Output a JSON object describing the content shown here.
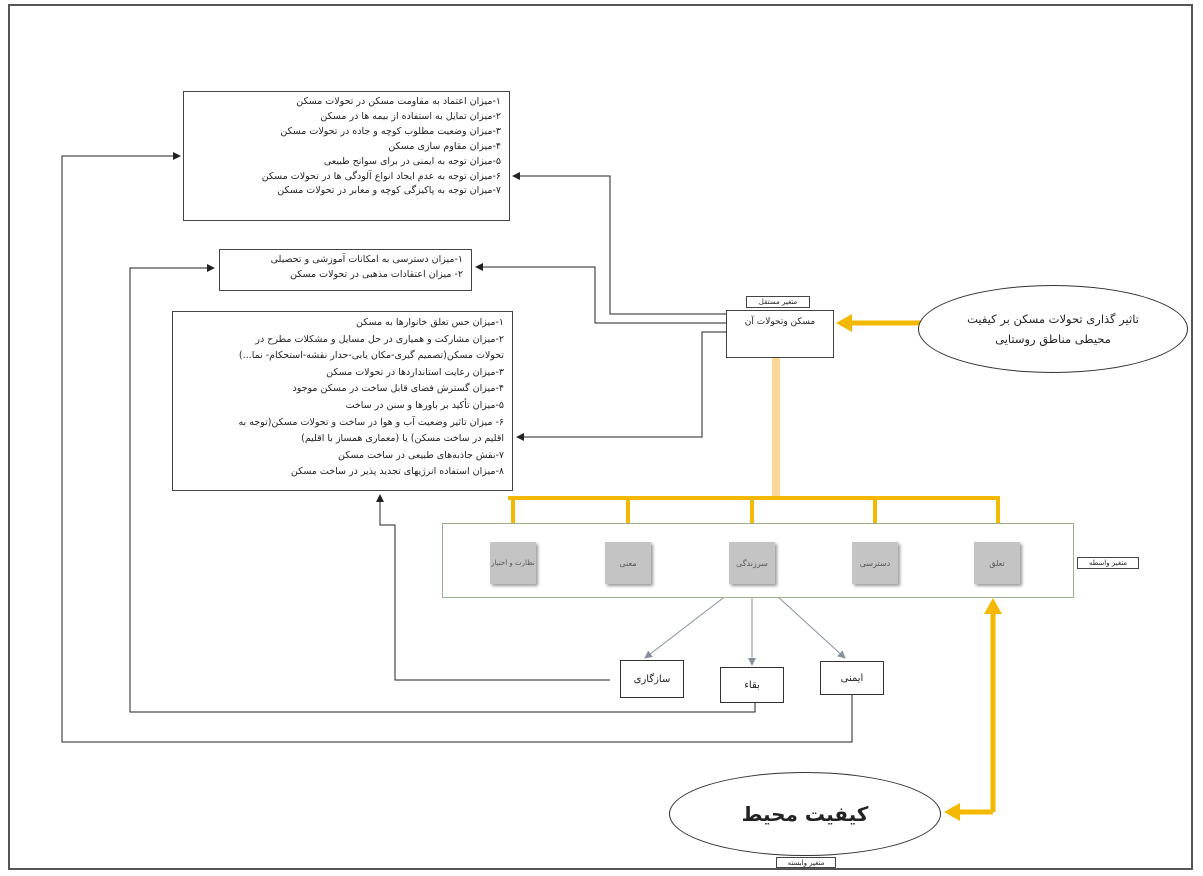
{
  "topic": "تاثیر گذاری تحولات مسکن بر کیفیت محیطی مناطق روستایی",
  "independent_tag": "متغیر مستقل",
  "housing_node": "مسکن وتحولات آن",
  "security_list": [
    "۱-میزان اعتماد به مقاومت مسکن در تحولات مسکن",
    "۲-میزان تمایل به استفاده از بیمه ها در مسکن",
    "۳-میزان وضعیت مطلوب کوچه و جاده در تحولات مسکن",
    "۴-میزان مقاوم سازی مسکن",
    "۵-میزان توجه به ایمنی در برای سوانح طبیعی",
    "۶-میزان توجه به عدم ایجاد انواع آلودگی ها در تحولات مسکن",
    "۷-میزان توجه به پاکیزگی کوچه و معابر در تحولات مسکن"
  ],
  "survival_list": [
    "۱-میزان دسترسی به امکانات آموزشی و تحصیلی",
    "۲- میزان اعتقادات مذهبی در تحولات مسکن"
  ],
  "adaptation_list": [
    "۱-میزان حس تعلق خانوارها به مسکن",
    "۲-میزان مشارکت و همیاری در حل مسایل و مشکلات مطرح در",
    "تحولات مسکن(تصمیم گیری-مکان یابی-حدار نقشه-استحکام- نما...)",
    "۳-میزان رعایت استانداردها در تحولات مسکن",
    "۴-میزان گسترش فضای قابل ساخت در مسکن موجود",
    "۵-میزان تأکید بر باورها و سنن در ساخت",
    "۶- میزان تاثیر وضعیت آب و هوا در ساخت و تحولات مسکن(توجه به",
    "اقلیم در ساخت مسکن) یا (معماری همساز با اقلیم)",
    "۷-نقش جاذبه‌های طبیعی در ساخت مسکن",
    "۸-میزان استفاده انرژیهای تجدید پذیر در ساخت مسکن"
  ],
  "mediator_tag": "متغیر واسطه",
  "mediators": [
    "تعلق",
    "دسترسی",
    "سرزندگی",
    "معنی",
    "نظارت و اختیار"
  ],
  "vitality_branches": [
    "سازگاری",
    "بقاء",
    "ایمنی"
  ],
  "outcome": "کیفیت محیط",
  "dependent_tag": "متغیر وابسته",
  "colors": {
    "thick_arrow": "#f5b800",
    "light_arrow": "#fbd89a",
    "thin_line": "#222222",
    "module_fill": "#c4c4c4"
  }
}
